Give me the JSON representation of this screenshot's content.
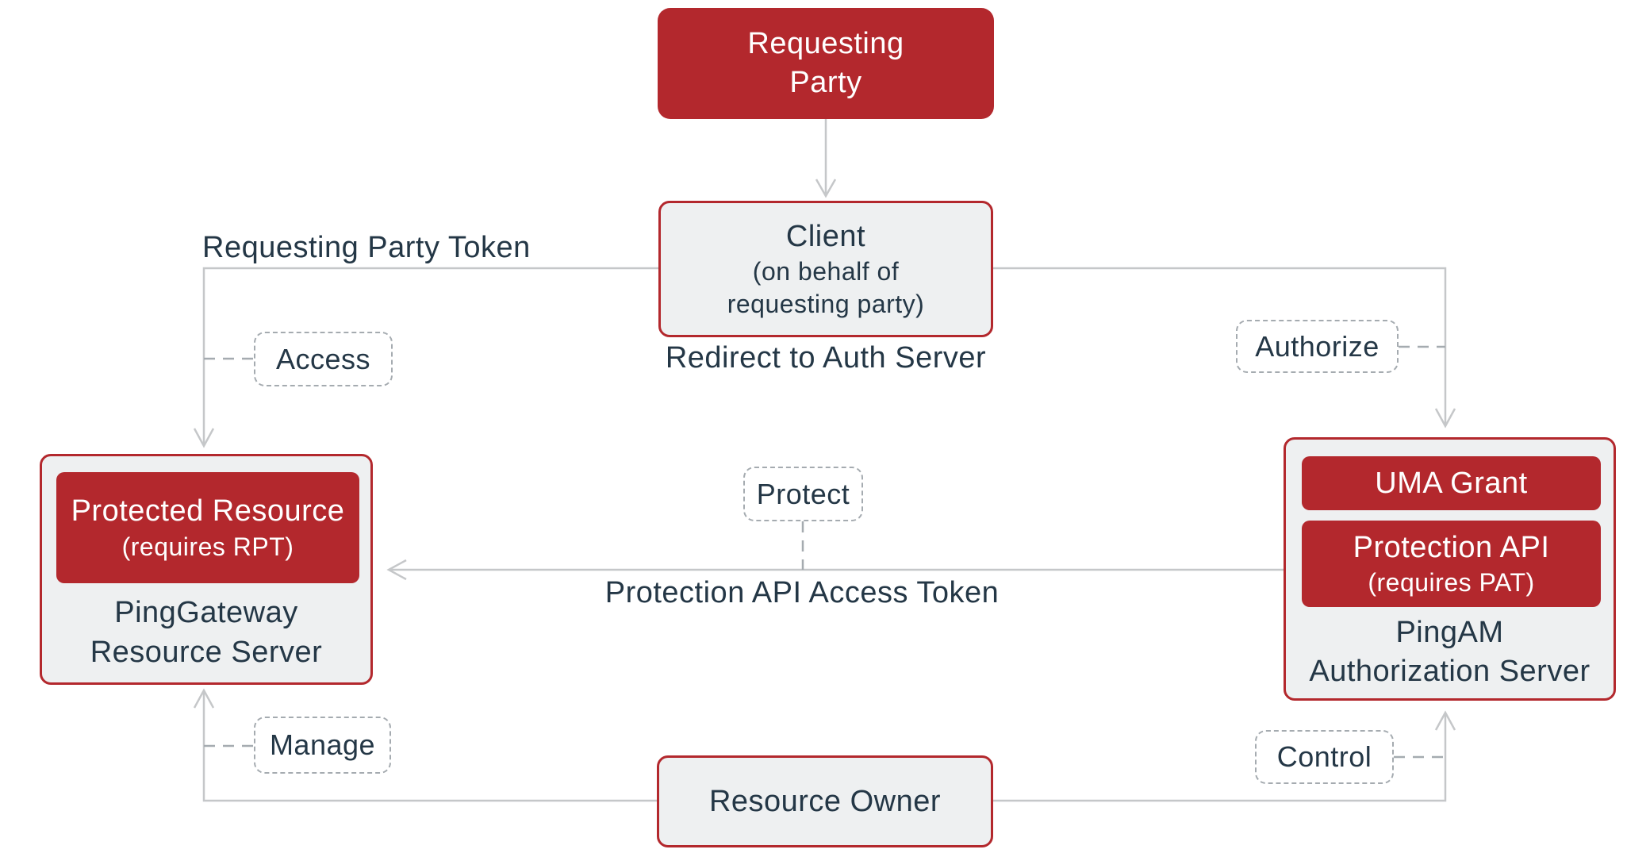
{
  "diagram": {
    "title_hint": "User-Managed Access flow",
    "colors": {
      "brand_red": "#b3282d",
      "navy": "#243746",
      "node_fill": "#eef0f1",
      "connector_gray": "#c5c7c9",
      "dash_gray": "#a5abb0"
    },
    "nodes": {
      "requesting_party": {
        "title": "Requesting\nParty"
      },
      "client": {
        "title": "Client",
        "subtitle": "(on behalf of\nrequesting party)"
      },
      "protected_resource": {
        "title": "Protected Resource",
        "subtitle": "(requires RPT)"
      },
      "resource_server": {
        "title": "PingGateway\nResource Server"
      },
      "uma_grant": {
        "title": "UMA Grant"
      },
      "protection_api": {
        "title": "Protection API",
        "subtitle": "(requires PAT)"
      },
      "authorization_server": {
        "title": "PingAM\nAuthorization Server"
      },
      "resource_owner": {
        "title": "Resource Owner"
      }
    },
    "edge_labels": {
      "requesting_party_token": "Requesting Party Token",
      "redirect_to_auth_server": "Redirect to Auth Server",
      "protection_api_access_token": "Protection API Access Token"
    },
    "action_badges": {
      "access": "Access",
      "authorize": "Authorize",
      "protect": "Protect",
      "manage": "Manage",
      "control": "Control"
    }
  }
}
